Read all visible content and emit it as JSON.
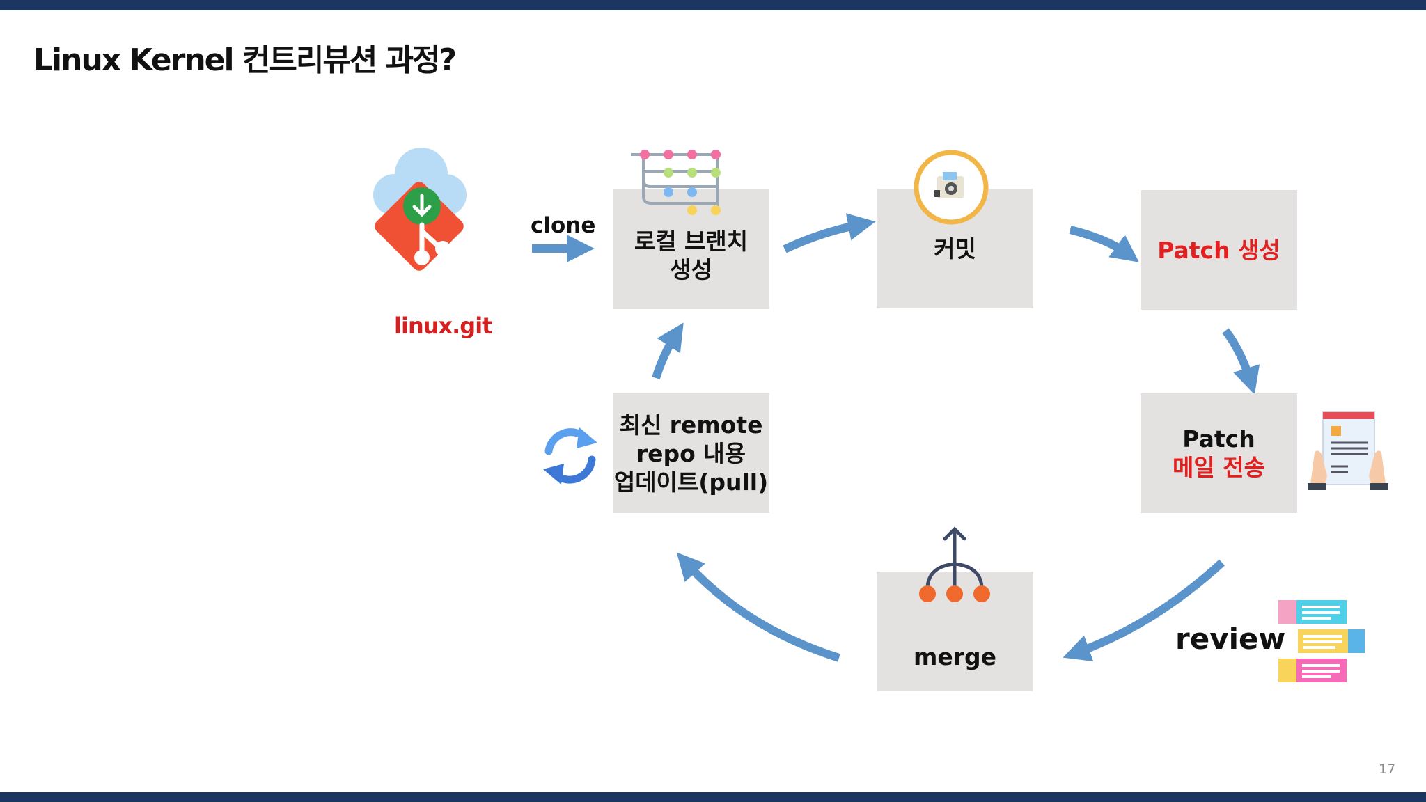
{
  "slide": {
    "title": "Linux Kernel 컨트리뷰션 과정?",
    "page_number": "17"
  },
  "labels": {
    "repo": "linux.git",
    "clone": "clone",
    "review": "review"
  },
  "steps": {
    "local_branch": {
      "line1": "로컬 브랜치",
      "line2": "생성"
    },
    "commit": {
      "label": "커밋"
    },
    "patch_create": {
      "label": "Patch 생성"
    },
    "patch_mail": {
      "line1": "Patch",
      "line2": "메일 전송"
    },
    "merge": {
      "label": "merge"
    },
    "update": {
      "line1": "최신 remote",
      "line2": "repo 내용",
      "line3": "업데이트(pull)"
    }
  },
  "colors": {
    "header_bar": "#1b3660",
    "box_fill": "#e4e2e1",
    "arrow": "#5b93cb",
    "highlight_text": "#e32020",
    "git_logo": "#f05033"
  },
  "icons": {
    "repo": "git-cloud-download-icon",
    "branch": "branch-graph-icon",
    "commit": "camera-icon",
    "patch_mail": "document-hands-icon",
    "merge": "merge-arrow-icon",
    "update": "refresh-icon",
    "review": "review-comments-icon"
  }
}
